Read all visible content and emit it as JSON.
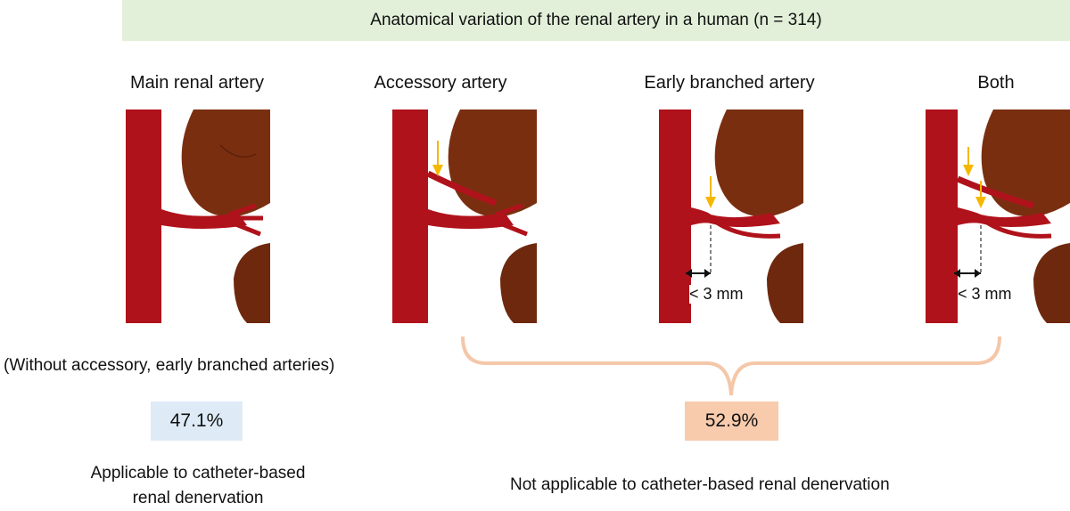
{
  "title": "Anatomical variation of the renal artery in a human (n = 314)",
  "columns": [
    {
      "label": "Main renal artery"
    },
    {
      "label": "Accessory artery"
    },
    {
      "label": "Early branched artery",
      "measure": "< 3 mm"
    },
    {
      "label": "Both",
      "measure": "< 3 mm"
    }
  ],
  "without_note": "(Without accessory, early branched arteries)",
  "applicable": {
    "percent": "47.1%",
    "line1": "Applicable to catheter-based",
    "line2": "renal denervation"
  },
  "not_applicable": {
    "percent": "52.9%",
    "text": "Not applicable to catheter-based renal denervation"
  },
  "colors": {
    "banner": "#e2efd9",
    "artery": "#b0121b",
    "kidney": "#7a2e10",
    "arrow": "#f5b800",
    "blue_box": "#deebf7",
    "orange_box": "#f8cbad",
    "brace": "#f4c7a9"
  }
}
